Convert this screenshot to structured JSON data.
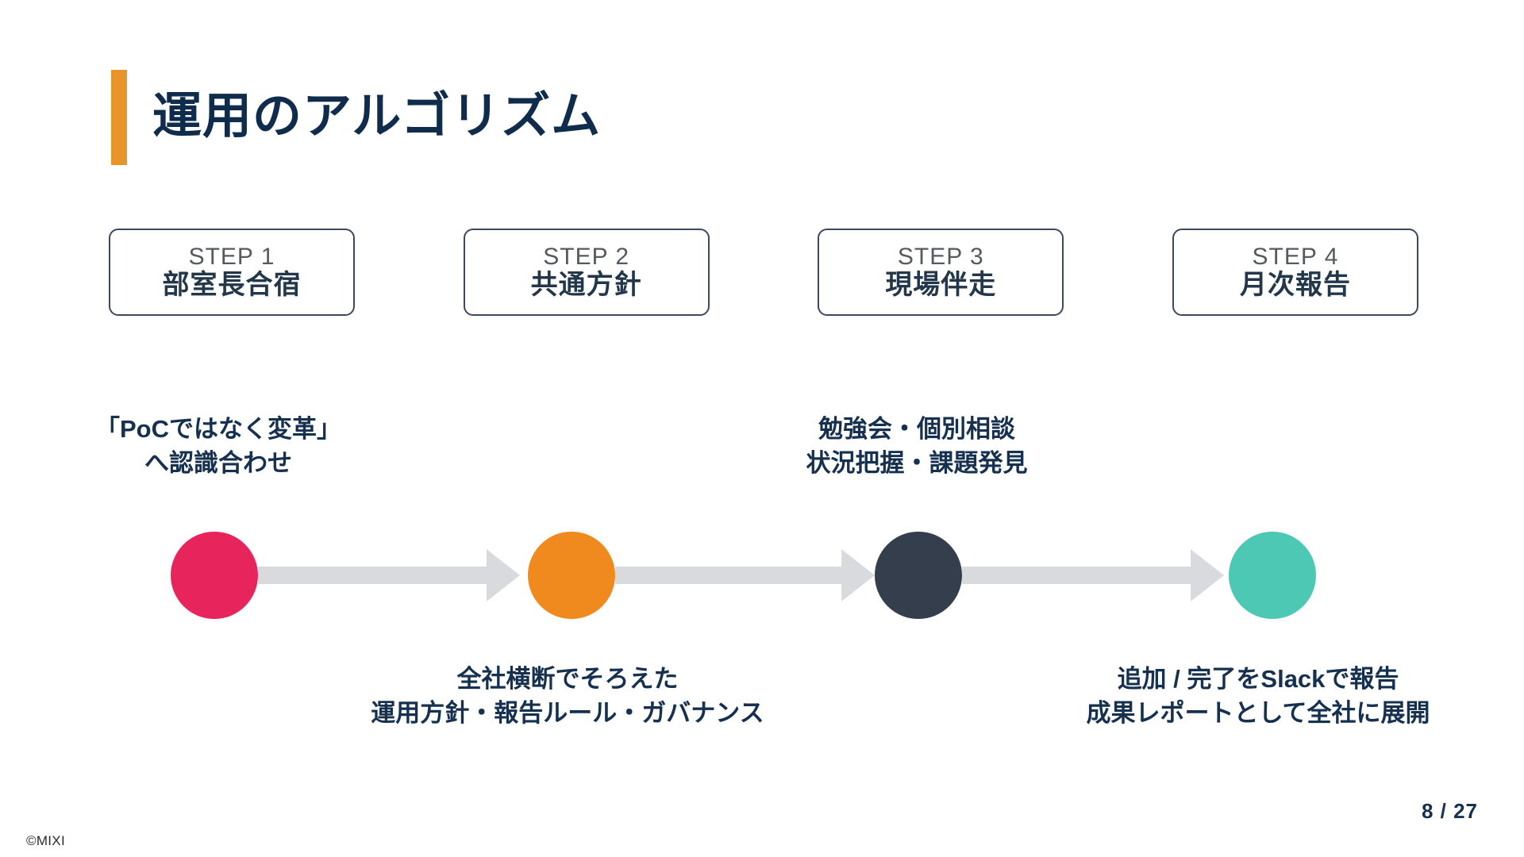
{
  "slide": {
    "title": "運用のアルゴリズム",
    "accent_bar_color": "#E8942A",
    "title_color": "#102C4C"
  },
  "steps": [
    {
      "number": "STEP 1",
      "label": "部室長合宿"
    },
    {
      "number": "STEP 2",
      "label": "共通方針"
    },
    {
      "number": "STEP 3",
      "label": "現場伴走"
    },
    {
      "number": "STEP 4",
      "label": "月次報告"
    }
  ],
  "flow": {
    "nodes": [
      {
        "id": "node-1",
        "color": "#E8245C",
        "caption_position": "above",
        "caption": "「PoCではなく変革」\nへ認識合わせ"
      },
      {
        "id": "node-2",
        "color": "#F08A1E",
        "caption_position": "below",
        "caption": "全社横断でそろえた\n運用方針・報告ルール・ガバナンス"
      },
      {
        "id": "node-3",
        "color": "#343E4D",
        "caption_position": "above",
        "caption": "勉強会・個別相談\n状況把握・課題発見"
      },
      {
        "id": "node-4",
        "color": "#4DC8B4",
        "caption_position": "below",
        "caption": "追加 / 完了をSlackで報告\n成果レポートとして全社に展開"
      }
    ],
    "connector_color": "#D9DADE",
    "arrow_count": 3
  },
  "footer": {
    "page_number": "8 / 27",
    "copyright": "©MIXI"
  }
}
